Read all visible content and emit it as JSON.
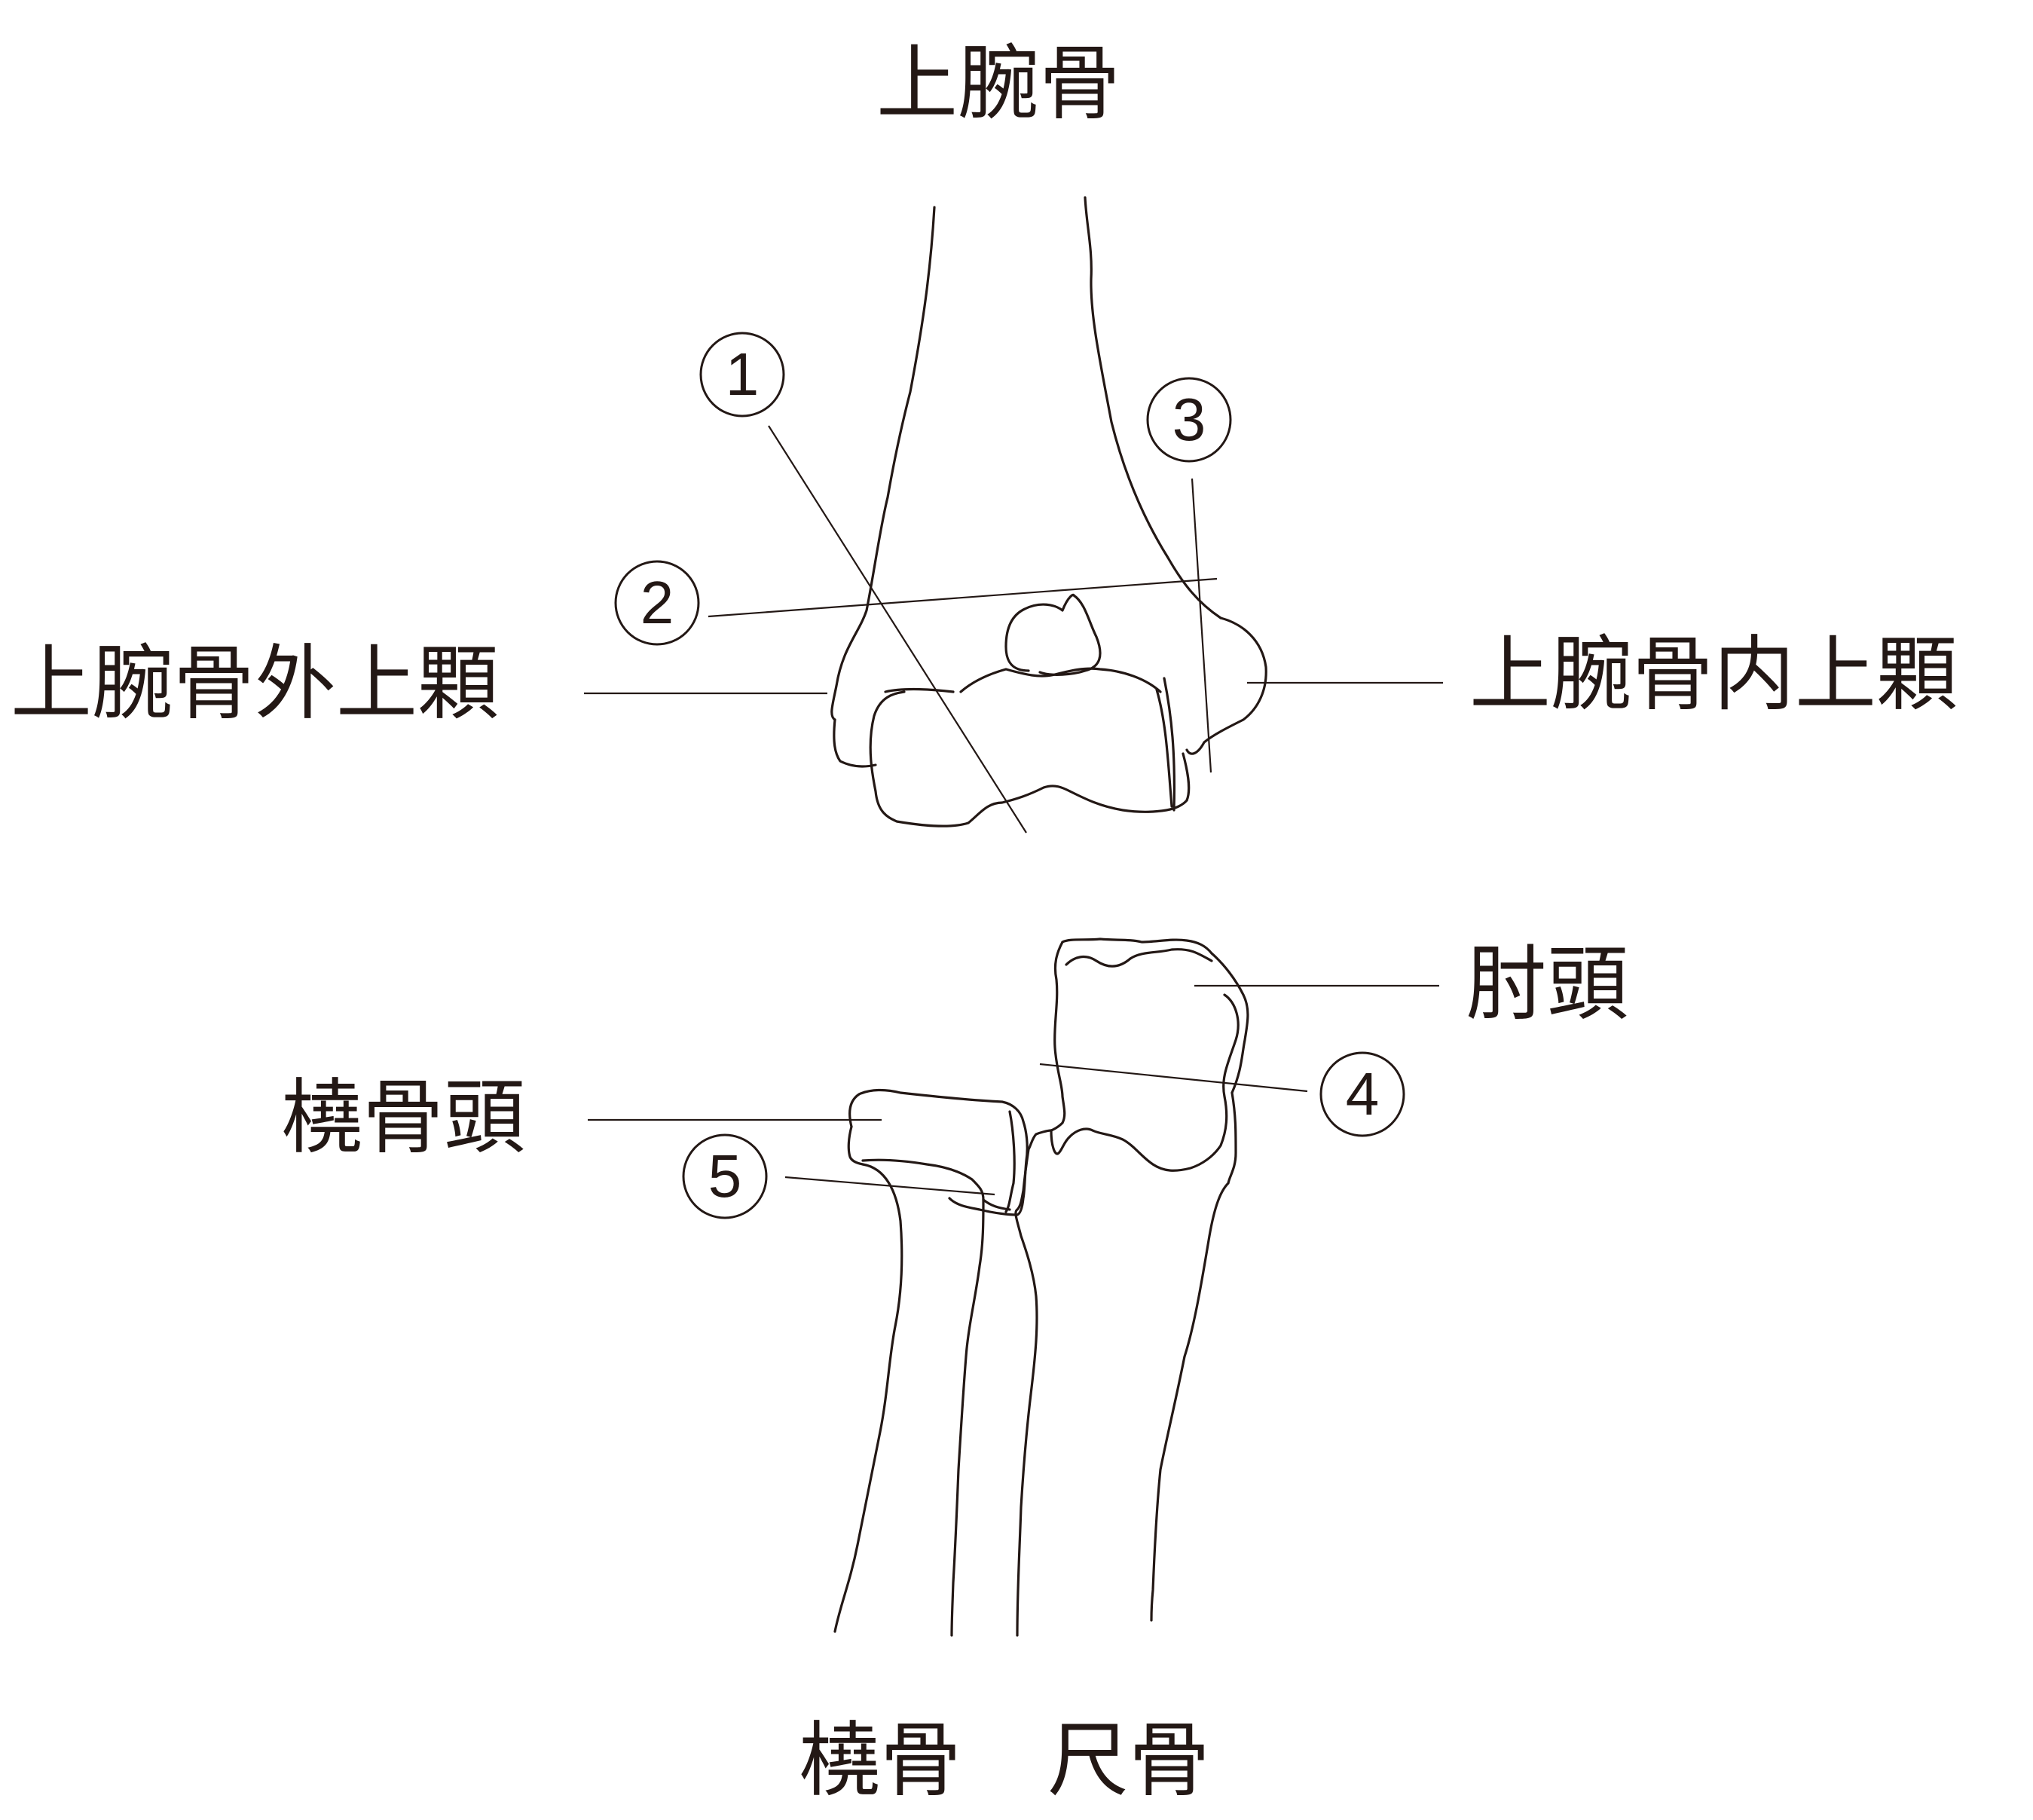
{
  "labels": {
    "humerus": "上腕骨",
    "lateral_epicondyle": "上腕骨外上顆",
    "medial_epicondyle": "上腕骨内上顆",
    "olecranon": "肘頭",
    "radial_head": "橈骨頭",
    "radius": "橈骨",
    "ulna": "尺骨"
  },
  "markers": [
    "1",
    "2",
    "3",
    "4",
    "5"
  ],
  "colors": {
    "ink": "#231815",
    "background": "#ffffff"
  }
}
